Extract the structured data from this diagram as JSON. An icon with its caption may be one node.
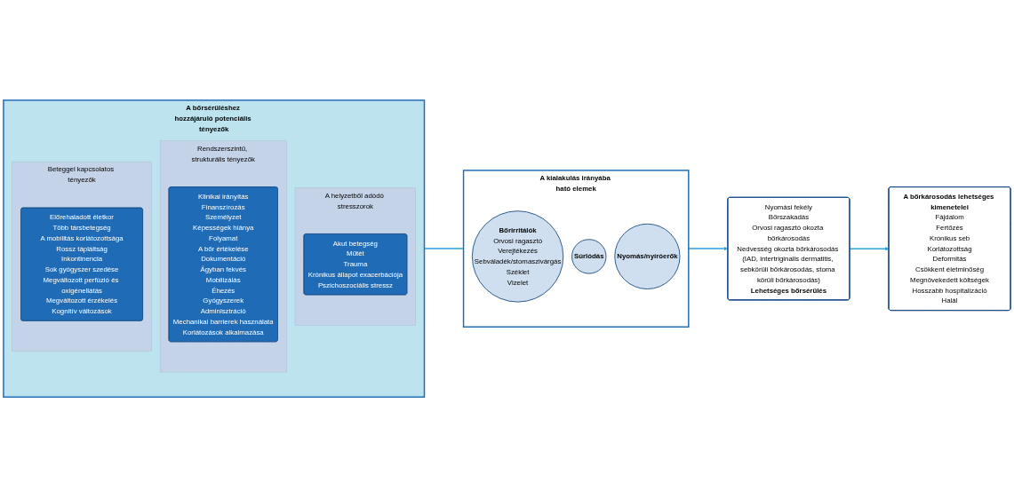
{
  "diagram": {
    "nodes": [
      {
        "text": [
          "A bőrsérüléshez hozzájáruló potenciális tényezők"
        ]
      },
      {
        "text": [
          "Beteggel kapcsolatos tényezők"
        ],
        "in": 0
      },
      {
        "text": [
          "Előrehaladott életkor",
          "Több társbetegség",
          "A mobilitás korlátozottsága",
          "Rossz tápláltság",
          "Inkontinencia",
          "Sok gyógyszer szedése",
          "Megváltozott perfúzió és oxigénellátás",
          "Megváltozott érzékelés",
          "Kognitív változások"
        ],
        "in": 1
      },
      {
        "text": [
          "Rendszerszintű, strukturális tényezők"
        ],
        "in": 0
      },
      {
        "text": [
          "Klinikai irányítás",
          "Finanszírozás",
          "Személyzet",
          "Képességek hiánya",
          "Folyamat",
          "A bőr értékelése",
          "Dokumentáció",
          "Ágyban fekvés",
          "Mobilizálás",
          "Éhezés",
          "Gyógyszerek",
          "Adminisztráció",
          "Mechanikai barrierek használata",
          "Korlátozások alkalmazása"
        ],
        "in": 3
      },
      {
        "text": [
          "A helyzetből adódó stresszorok"
        ],
        "in": 0
      },
      {
        "text": [
          "Akut betegség",
          "Műtét",
          "Trauma",
          "Krónikus állapot exacerbációja",
          "Pszichoszociális stressz"
        ],
        "in": 5
      },
      {
        "text": [
          "A kialakulás irányába ható elemek"
        ]
      },
      {
        "text": [
          "Bőrirritálók",
          "Orvosi ragasztó",
          "Verejtékezés",
          "Sebváladék/stomaszivárgás",
          "Széklet",
          "Vizelet"
        ],
        "in": 7
      },
      {
        "text": [
          "Súrlódás"
        ],
        "in": 7
      },
      {
        "text": [
          "Nyomás/nyíróerők"
        ],
        "in": 7
      },
      {
        "text": [
          "Nyomási fekély",
          "Bőrszakadás",
          "Orvosi ragasztó okozta bőrkárosodás",
          "Nedvesség okozta bőrkárosodás (IAD, intertriginalis dermatitis, sebkörüli bőrkárosodás, stoma körüli bőrkárosodás)",
          "Lehetséges bőrsérülés"
        ]
      },
      {
        "text": [
          "A bőrkárosodás lehetséges kimenetelei",
          "Fájdalom",
          "Fertőzés",
          "Krónikus seb",
          "Korlátozottság",
          "Deformitás",
          "Csökkent életminőség",
          "Megnövekedett költségek",
          "Hosszabb hospitalizáció",
          "Halál"
        ]
      }
    ],
    "edges": [
      {
        "from": 0,
        "to": 7,
        "arrow": "none"
      },
      {
        "from": 7,
        "to": 11,
        "arrow": "to"
      },
      {
        "from": 11,
        "to": 12,
        "arrow": "to"
      }
    ]
  }
}
